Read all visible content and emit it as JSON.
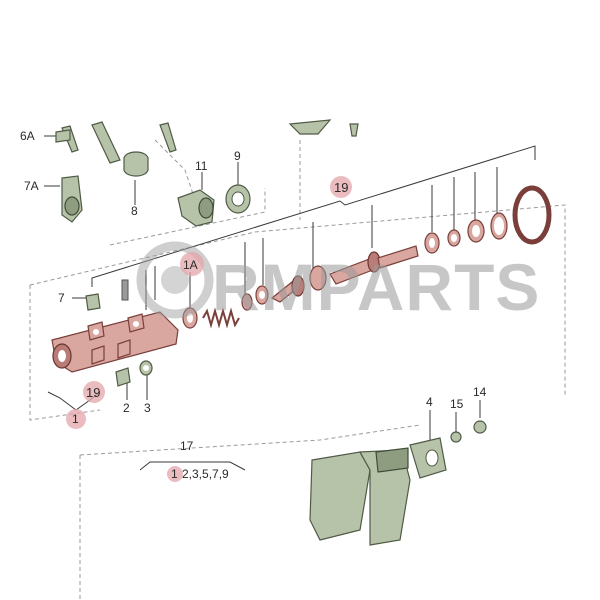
{
  "watermark": "RMPARTS",
  "callouts": {
    "c6A": "6A",
    "c7A": "7A",
    "c8": "8",
    "c11": "11",
    "c9": "9",
    "c19_top": "19",
    "c1A": "1A",
    "c7": "7",
    "c19_left": "19",
    "c1": "1",
    "c2": "2",
    "c3": "3",
    "c4": "4",
    "c15": "15",
    "c14": "14",
    "c17": "17"
  },
  "sub_list_17": {
    "first": "1",
    "rest": "2,3,5,7,9"
  },
  "colors": {
    "highlight": "#e3a6aa",
    "part_red": "#d9a6a0",
    "part_green": "#b7c3a8",
    "watermark": "#9b9b9b"
  }
}
